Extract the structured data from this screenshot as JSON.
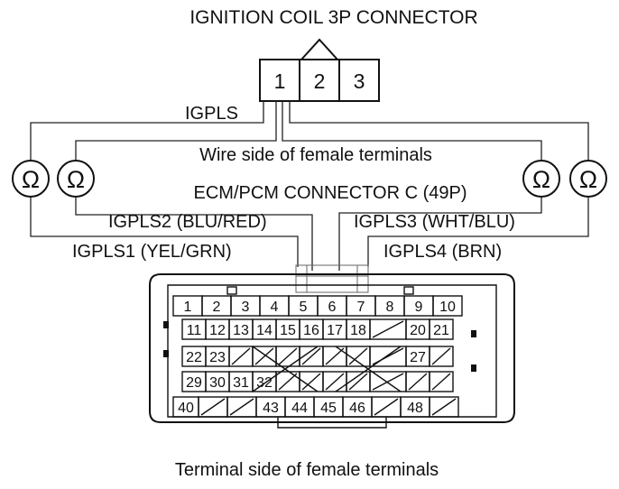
{
  "coil_connector": {
    "title": "IGNITION COIL 3P CONNECTOR",
    "pins": [
      "1",
      "2",
      "3"
    ],
    "signal_label": "IGPLS"
  },
  "wire_side_label": "Wire side of female terminals",
  "ecm_connector": {
    "title": "ECM/PCM CONNECTOR C (49P)",
    "wire_labels": {
      "igpls1": "IGPLS1 (YEL/GRN)",
      "igpls2": "IGPLS2 (BLU/RED)",
      "igpls3": "IGPLS3 (WHT/BLU)",
      "igpls4": "IGPLS4 (BRN)"
    },
    "terminal_rows": [
      [
        "1",
        "2",
        "3",
        "4",
        "5",
        "6",
        "7",
        "8",
        "9",
        "10"
      ],
      [
        "11",
        "12",
        "13",
        "14",
        "15",
        "16",
        "17",
        "18",
        "",
        "20",
        "21"
      ],
      [
        "22",
        "23",
        "",
        "",
        "",
        "",
        "",
        "",
        "",
        "27",
        ""
      ],
      [
        "29",
        "30",
        "31",
        "32",
        "",
        "",
        "",
        "",
        "",
        "",
        ""
      ],
      [
        "40",
        "",
        "",
        "43",
        "44",
        "45",
        "46",
        "",
        "48",
        ""
      ]
    ]
  },
  "meters": {
    "symbol": "Ω"
  },
  "terminal_side_label": "Terminal side of female terminals"
}
